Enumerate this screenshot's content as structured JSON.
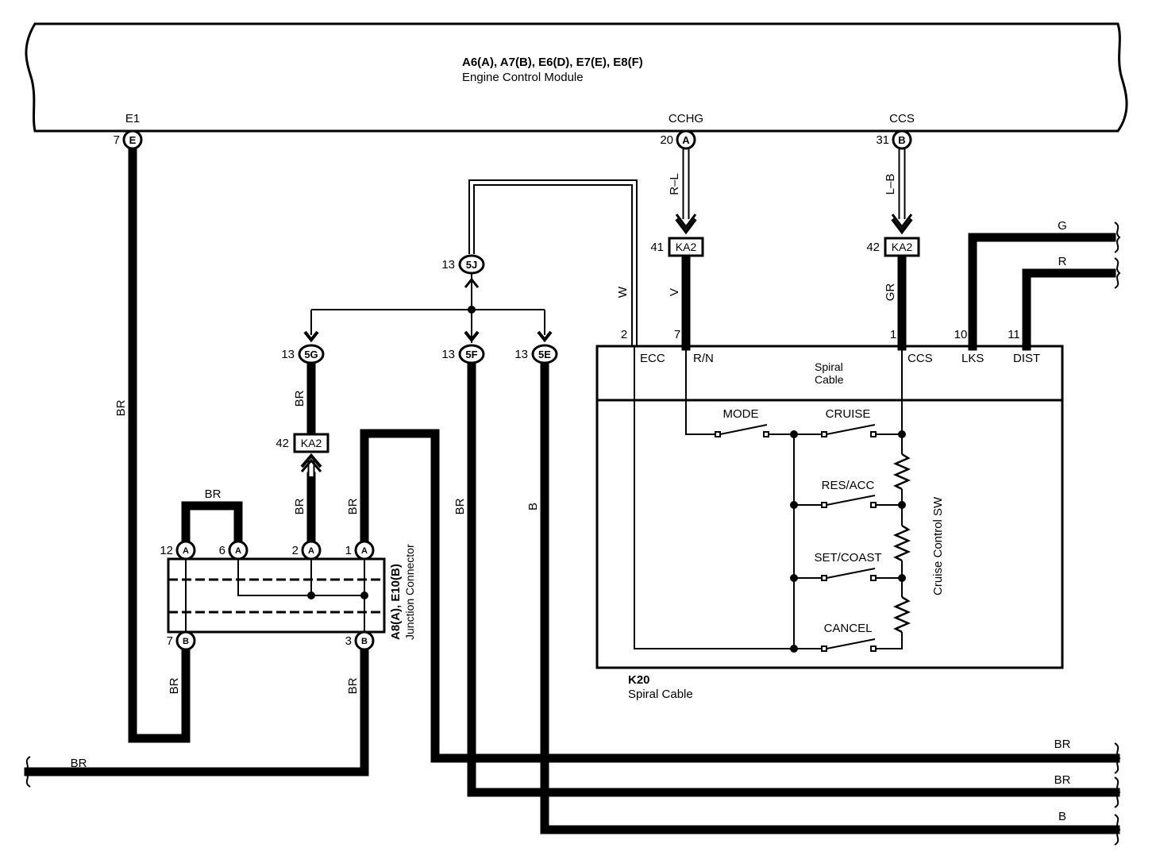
{
  "ecm": {
    "title": "A6(A), A7(B), E6(D), E7(E), E8(F)",
    "subtitle": "Engine Control Module",
    "terminals": [
      {
        "name": "E1",
        "pin": "7",
        "connector": "E"
      },
      {
        "name": "CCHG",
        "pin": "20",
        "connector": "A"
      },
      {
        "name": "CCS",
        "pin": "31",
        "connector": "B"
      }
    ]
  },
  "wires": {
    "e1": "BR",
    "cchg_upper": "R–L",
    "ccs_upper": "L–B",
    "cchg_lower": "V",
    "ccs_lower": "GR",
    "ecc": "W",
    "g": "G",
    "r": "R",
    "j5g": "BR",
    "ka2_down": "BR",
    "jumper": "BR",
    "pin1": "BR",
    "j5f": "BR",
    "j5e": "B",
    "b7": "BR",
    "b3": "BR",
    "left_out": "BR",
    "out1": "BR",
    "out2": "BR",
    "out3": "B"
  },
  "connectors": {
    "ka2_cchg": {
      "pin": "41",
      "label": "KA2"
    },
    "ka2_ccs": {
      "pin": "42",
      "label": "KA2"
    },
    "ka2_junction": {
      "pin": "42",
      "label": "KA2"
    },
    "j5j": {
      "pin": "13",
      "label": "5J"
    },
    "j5g": {
      "pin": "13",
      "label": "5G"
    },
    "j5f": {
      "pin": "13",
      "label": "5F"
    },
    "j5e": {
      "pin": "13",
      "label": "5E"
    }
  },
  "junction": {
    "title": "A8(A), E10(B)",
    "subtitle": "Junction Connector",
    "top_pins": [
      {
        "pin": "12",
        "label": "A"
      },
      {
        "pin": "6",
        "label": "A"
      },
      {
        "pin": "2",
        "label": "A"
      },
      {
        "pin": "1",
        "label": "A"
      }
    ],
    "bottom_pins": [
      {
        "pin": "7",
        "label": "B"
      },
      {
        "pin": "3",
        "label": "B"
      }
    ]
  },
  "spiral": {
    "title": "K20",
    "subtitle": "Spiral Cable",
    "inner_label_1": "Spiral",
    "inner_label_2": "Cable",
    "pins": [
      {
        "pin": "2",
        "name": "ECC"
      },
      {
        "pin": "7",
        "name": "R/N"
      },
      {
        "pin": "1",
        "name": "CCS"
      },
      {
        "pin": "10",
        "name": "LKS"
      },
      {
        "pin": "11",
        "name": "DIST"
      }
    ],
    "switches": [
      "MODE",
      "CRUISE",
      "RES/ACC",
      "SET/COAST",
      "CANCEL"
    ],
    "switch_label": "Cruise Control SW"
  }
}
